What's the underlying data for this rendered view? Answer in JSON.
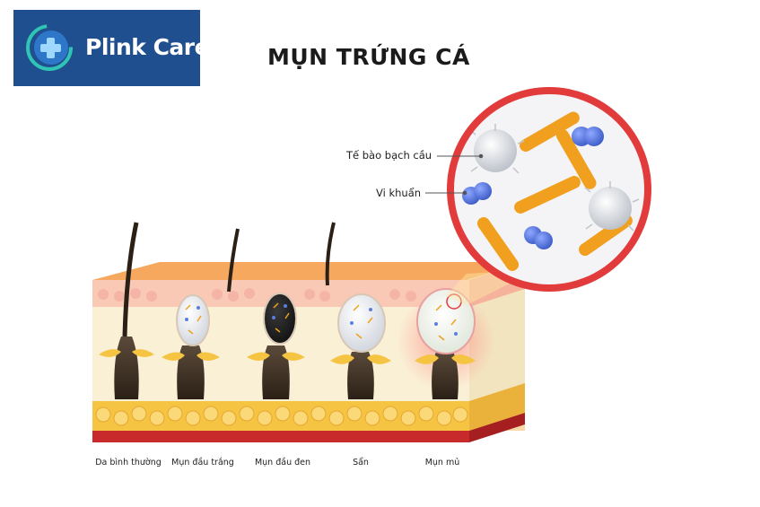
{
  "brand": {
    "name": "Plink Care"
  },
  "title": "MỤN TRỨNG CÁ",
  "callouts": {
    "white_blood_cell": "Tế bào bạch cầu",
    "bacteria": "Vi khuẩn"
  },
  "stages": [
    "Da bình thường",
    "Mụn đầu trắng",
    "Mụn đầu đen",
    "Sẩn",
    "Mụn mủ"
  ],
  "colors": {
    "brand_blue": "#1f4f8f",
    "zoom_ring": "#e23b3b",
    "bacteria_blue": "#5b7fe0",
    "bacteria_rod": "#f0a01e",
    "fat_yellow": "#f6c443",
    "skin_top": "#f8bf7a"
  }
}
